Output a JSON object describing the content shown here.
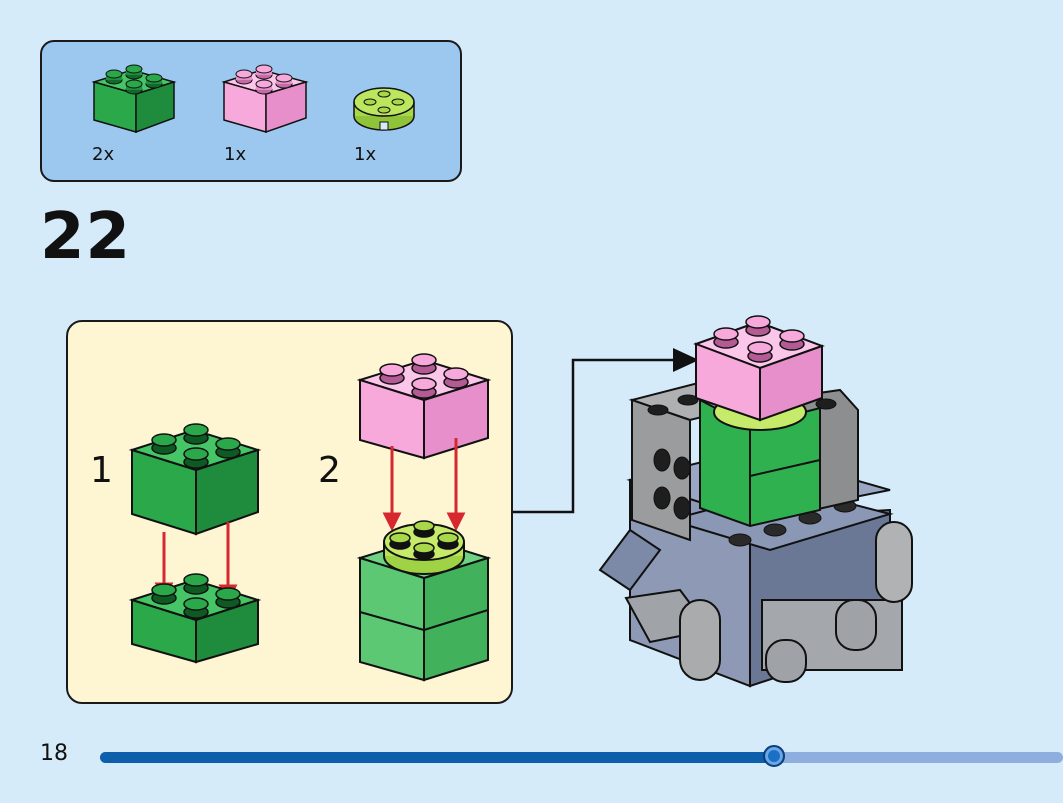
{
  "parts_list": {
    "items": [
      {
        "part": "green-brick-2x2",
        "color": "#2aa84a",
        "qty": "2x"
      },
      {
        "part": "pink-brick-2x2",
        "color": "#f7a9dc",
        "qty": "1x"
      },
      {
        "part": "lime-round-plate-2x2",
        "color": "#a8d84a",
        "qty": "1x"
      }
    ]
  },
  "step": {
    "number": "22"
  },
  "substeps": [
    {
      "label": "1"
    },
    {
      "label": "2"
    }
  ],
  "page": {
    "number": "18"
  },
  "progress": {
    "fraction": 0.7
  },
  "colors": {
    "background": "#d6ebfa",
    "parts_box": "#9cc8ef",
    "substep_box": "#fef5d3",
    "green": "#2aa84a",
    "pink": "#f7a9dc",
    "lime": "#a8d84a",
    "arrow_red": "#d7282f",
    "progress": "#0d5eab"
  }
}
